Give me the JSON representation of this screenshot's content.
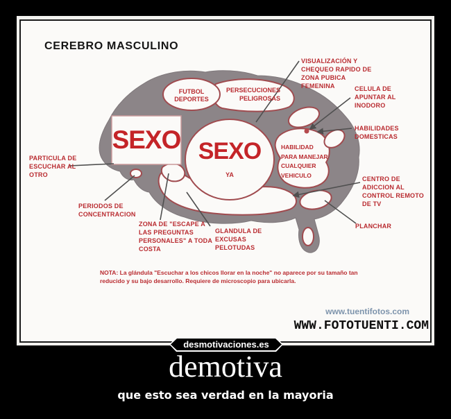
{
  "poster": {
    "badge_label": "desmotivaciones.es",
    "title": "demotiva",
    "subtitle": "que esto sea verdad en la mayoria"
  },
  "diagram": {
    "heading": "CEREBRO MASCULINO",
    "note": "NOTA:  La glándula \"Escuchar a los chicos llorar en la noche\" no aparece por su tamaño tan\nreducido y su bajo desarrollo. Requiere de microscopio para ubicarla.",
    "watermark_small": "www.tuentifotos.com",
    "watermark_large": "WWW.FOTOTUENTI.COM",
    "regions": {
      "sexo_left": "SEXO",
      "sexo_center": "SEXO",
      "sexo_center_sub": "YA",
      "futbol": "FUTBOL\nDEPORTES",
      "persecuciones": "PERSECUCIONES\nPELIGROSAS",
      "vehiculo": "HABILIDAD\nPARA MANEJAR\nCUALQUIER\nVEHICULO"
    },
    "callouts": {
      "visualizacion": "VISUALIZACIÓN Y\nCHEQUEO RAPIDO DE\nZONA PUBICA\nFEMENINA",
      "celula": "CELULA DE\nAPUNTAR AL\nINODORO",
      "habilidades": "HABILIDADES\nDOMESTICAS",
      "centro": "CENTRO DE\nADICCION AL\nCONTROL REMOTO\nDE TV",
      "planchar": "PLANCHAR",
      "particula": "PARTICULA DE\nESCUCHAR AL\nOTRO",
      "periodos": "PERIODOS DE\nCONCENTRACION",
      "zona": "ZONA DE \"ESCAPE A\nLAS PREGUNTAS\nPERSONALES\" A TODA\nCOSTA",
      "glandula": "GLANDULA DE\nEXCUSAS\nPELOTUDAS"
    }
  },
  "colors": {
    "background": "#000000",
    "brain_gray": "#8c8588",
    "region_outline_red": "#a04b4f",
    "label_red": "#b92b30",
    "sexo_red": "#c42428",
    "watermark_blue": "#7e94ac"
  }
}
